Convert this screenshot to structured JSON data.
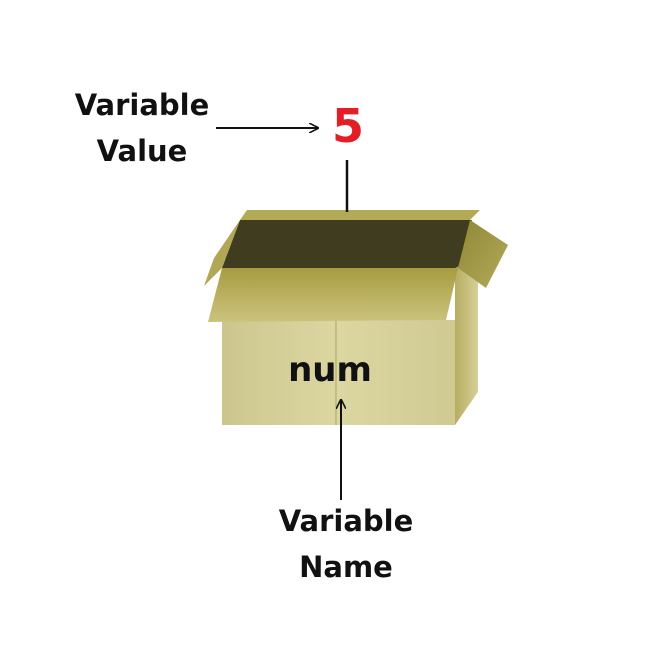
{
  "diagram": {
    "value_label": [
      "Variable",
      "Value"
    ],
    "name_label": [
      "Variable",
      "Name"
    ],
    "value": "5",
    "variable_name": "num"
  },
  "colors": {
    "value": "#e31e24",
    "text": "#111111",
    "box_front": "#d6d09a",
    "box_inside": "#3e3b1e",
    "box_flap": "#b8ae58",
    "box_side": "#a79d48"
  }
}
